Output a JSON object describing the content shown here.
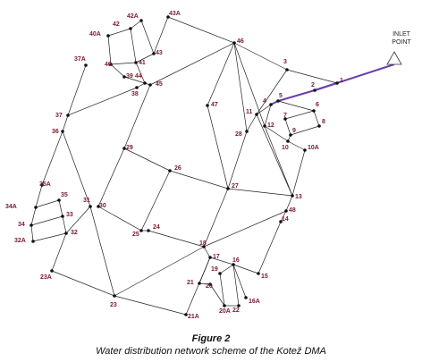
{
  "figure": {
    "title": "Figure 2",
    "caption": "Water distribution network scheme of the Kotež DMA"
  },
  "inlet": {
    "line1": "INLET",
    "line2": "POINT"
  },
  "colors": {
    "pipe": "#222222",
    "main_pipe": "#6a3fb0",
    "label": "#7a1a2e",
    "node": "#111111"
  },
  "nodes": [
    {
      "id": "1"
    },
    {
      "id": "2"
    },
    {
      "id": "3"
    },
    {
      "id": "4"
    },
    {
      "id": "5"
    },
    {
      "id": "6"
    },
    {
      "id": "7"
    },
    {
      "id": "8"
    },
    {
      "id": "9"
    },
    {
      "id": "10"
    },
    {
      "id": "10A"
    },
    {
      "id": "11"
    },
    {
      "id": "12"
    },
    {
      "id": "13"
    },
    {
      "id": "14"
    },
    {
      "id": "15"
    },
    {
      "id": "16"
    },
    {
      "id": "16A"
    },
    {
      "id": "17"
    },
    {
      "id": "18"
    },
    {
      "id": "19"
    },
    {
      "id": "20"
    },
    {
      "id": "20A"
    },
    {
      "id": "21"
    },
    {
      "id": "21A"
    },
    {
      "id": "22"
    },
    {
      "id": "23"
    },
    {
      "id": "23A"
    },
    {
      "id": "24"
    },
    {
      "id": "25"
    },
    {
      "id": "26"
    },
    {
      "id": "27"
    },
    {
      "id": "28"
    },
    {
      "id": "29"
    },
    {
      "id": "30"
    },
    {
      "id": "31"
    },
    {
      "id": "32"
    },
    {
      "id": "32A"
    },
    {
      "id": "33"
    },
    {
      "id": "34"
    },
    {
      "id": "34A"
    },
    {
      "id": "35"
    },
    {
      "id": "35A"
    },
    {
      "id": "36"
    },
    {
      "id": "37"
    },
    {
      "id": "37A"
    },
    {
      "id": "38"
    },
    {
      "id": "39"
    },
    {
      "id": "40"
    },
    {
      "id": "40A"
    },
    {
      "id": "41"
    },
    {
      "id": "42"
    },
    {
      "id": "42A"
    },
    {
      "id": "43"
    },
    {
      "id": "43A"
    },
    {
      "id": "44"
    },
    {
      "id": "45"
    },
    {
      "id": "46"
    },
    {
      "id": "47"
    },
    {
      "id": "48"
    }
  ],
  "pipes": [
    [
      "INLET",
      "2"
    ],
    [
      "2",
      "1"
    ],
    [
      "2",
      "5"
    ],
    [
      "5",
      "4"
    ],
    [
      "1",
      "3"
    ],
    [
      "3",
      "46"
    ],
    [
      "3",
      "11"
    ],
    [
      "4",
      "11"
    ],
    [
      "4",
      "12"
    ],
    [
      "5",
      "6"
    ],
    [
      "6",
      "8"
    ],
    [
      "6",
      "7"
    ],
    [
      "7",
      "9"
    ],
    [
      "8",
      "9"
    ],
    [
      "9",
      "10"
    ],
    [
      "10",
      "12"
    ],
    [
      "10",
      "10A"
    ],
    [
      "46",
      "43A"
    ],
    [
      "46",
      "45"
    ],
    [
      "46",
      "47"
    ],
    [
      "46",
      "28"
    ],
    [
      "46",
      "12"
    ],
    [
      "43A",
      "43"
    ],
    [
      "43",
      "41"
    ],
    [
      "43",
      "42A"
    ],
    [
      "42A",
      "42"
    ],
    [
      "42",
      "41"
    ],
    [
      "42",
      "40A"
    ],
    [
      "40A",
      "40"
    ],
    [
      "40",
      "41"
    ],
    [
      "40",
      "39"
    ],
    [
      "41",
      "44"
    ],
    [
      "39",
      "44"
    ],
    [
      "44",
      "45"
    ],
    [
      "38",
      "44"
    ],
    [
      "38",
      "37"
    ],
    [
      "37",
      "37A"
    ],
    [
      "45",
      "29"
    ],
    [
      "47",
      "27"
    ],
    [
      "28",
      "27"
    ],
    [
      "11",
      "28"
    ],
    [
      "11",
      "13"
    ],
    [
      "12",
      "13"
    ],
    [
      "10A",
      "13"
    ],
    [
      "37",
      "36"
    ],
    [
      "36",
      "35A"
    ],
    [
      "35A",
      "34A"
    ],
    [
      "34A",
      "35"
    ],
    [
      "34A",
      "34"
    ],
    [
      "35",
      "33"
    ],
    [
      "36",
      "31"
    ],
    [
      "31",
      "32"
    ],
    [
      "31",
      "23"
    ],
    [
      "33",
      "34"
    ],
    [
      "33",
      "32"
    ],
    [
      "34",
      "32A"
    ],
    [
      "32A",
      "32"
    ],
    [
      "32",
      "23A"
    ],
    [
      "23A",
      "23"
    ],
    [
      "29",
      "26"
    ],
    [
      "29",
      "30"
    ],
    [
      "30",
      "25"
    ],
    [
      "26",
      "27"
    ],
    [
      "26",
      "25"
    ],
    [
      "25",
      "24"
    ],
    [
      "24",
      "18"
    ],
    [
      "27",
      "18"
    ],
    [
      "27",
      "13"
    ],
    [
      "13",
      "48"
    ],
    [
      "48",
      "14"
    ],
    [
      "48",
      "18"
    ],
    [
      "14",
      "15"
    ],
    [
      "15",
      "16"
    ],
    [
      "23",
      "18"
    ],
    [
      "23",
      "21A"
    ],
    [
      "21A",
      "17"
    ],
    [
      "17",
      "18"
    ],
    [
      "17",
      "16"
    ],
    [
      "17",
      "21"
    ],
    [
      "21",
      "20"
    ],
    [
      "19",
      "16"
    ],
    [
      "16",
      "22"
    ],
    [
      "19",
      "20A"
    ],
    [
      "20A",
      "22"
    ],
    [
      "20",
      "20A"
    ],
    [
      "16",
      "16A"
    ]
  ]
}
